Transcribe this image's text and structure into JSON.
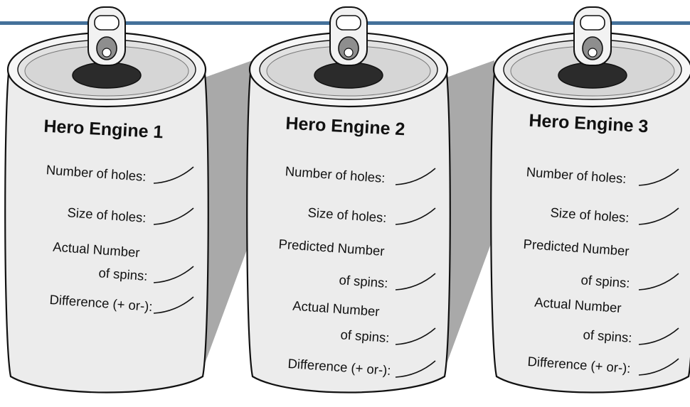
{
  "colors": {
    "top_bar": "#44719a",
    "can_body": "#ececec",
    "can_outline": "#111111",
    "shadow": "#a9a9a9",
    "opening": "#2b2b2b"
  },
  "cans": [
    {
      "title": "Hero Engine 1",
      "fields": [
        {
          "lines": [
            "Number of holes:"
          ]
        },
        {
          "lines": [
            "Size of holes:"
          ]
        },
        {
          "lines": [
            "Actual Number",
            "of spins:"
          ]
        },
        {
          "lines": [
            "Difference (+ or-):"
          ]
        }
      ]
    },
    {
      "title": "Hero Engine 2",
      "fields": [
        {
          "lines": [
            "Number of holes:"
          ]
        },
        {
          "lines": [
            "Size of holes:"
          ]
        },
        {
          "lines": [
            "Predicted Number",
            "of spins:"
          ]
        },
        {
          "lines": [
            "Actual Number",
            "of spins:"
          ]
        },
        {
          "lines": [
            "Difference (+ or-):"
          ]
        }
      ]
    },
    {
      "title": "Hero Engine 3",
      "fields": [
        {
          "lines": [
            "Number of holes:"
          ]
        },
        {
          "lines": [
            "Size of holes:"
          ]
        },
        {
          "lines": [
            "Predicted Number",
            "of spins:"
          ]
        },
        {
          "lines": [
            "Actual Number",
            "of spins:"
          ]
        },
        {
          "lines": [
            "Difference (+ or-):"
          ]
        }
      ]
    }
  ]
}
